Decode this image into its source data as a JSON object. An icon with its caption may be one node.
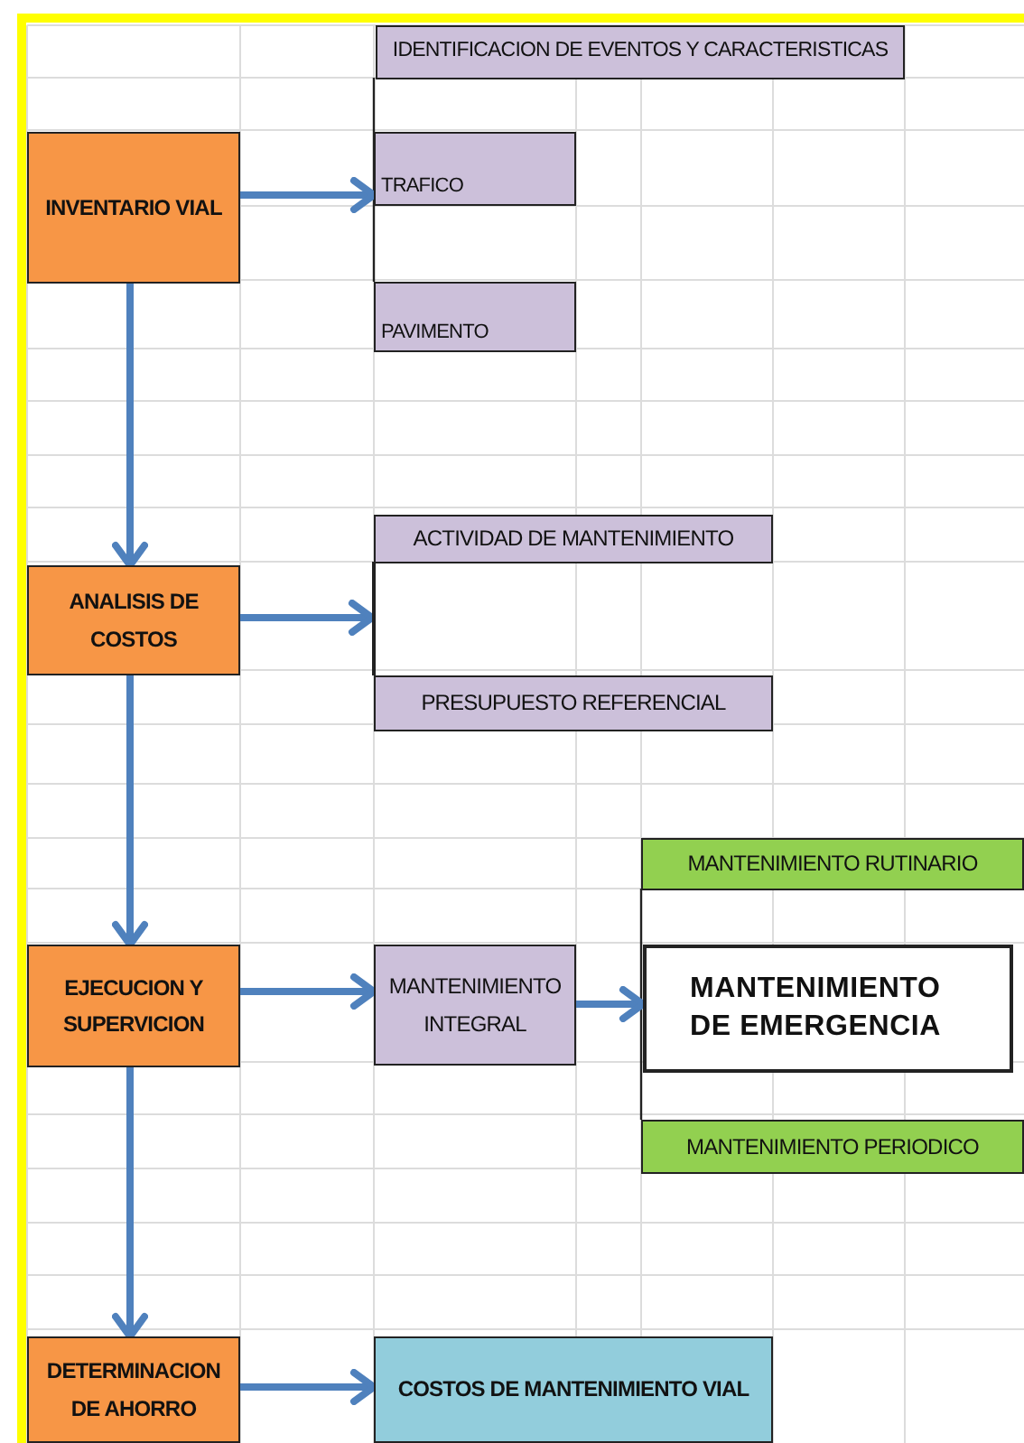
{
  "diagram": {
    "nodes": [
      {
        "text": [
          "IDENTIFICACION DE EVENTOS Y CARACTERISTICAS"
        ]
      },
      {
        "text": [
          "INVENTARIO VIAL"
        ]
      },
      {
        "text": [
          "TRAFICO"
        ]
      },
      {
        "text": [
          "PAVIMENTO"
        ]
      },
      {
        "text": [
          "ACTIVIDAD DE MANTENIMIENTO"
        ]
      },
      {
        "text": [
          "ANALISIS DE COSTOS"
        ]
      },
      {
        "text": [
          "PRESUPUESTO REFERENCIAL"
        ]
      },
      {
        "text": [
          "MANTENIMIENTO RUTINARIO"
        ]
      },
      {
        "text": [
          "EJECUCION Y SUPERVICION"
        ]
      },
      {
        "text": [
          "MANTENIMIENTO INTEGRAL"
        ]
      },
      {
        "text": [
          "MANTENIMIENTO DE EMERGENCIA"
        ]
      },
      {
        "text": [
          "MANTENIMIENTO PERIODICO"
        ]
      },
      {
        "text": [
          "DETERMINACION DE AHORRO"
        ]
      },
      {
        "text": [
          "COSTOS DE MANTENIMIENTO VIAL"
        ]
      },
      {
        "text": [],
        "shape": "bar"
      }
    ],
    "edges": [
      {
        "from": 1,
        "to": 2,
        "arrow": "to"
      },
      {
        "from": 1,
        "to": 5,
        "arrow": "to"
      },
      {
        "from": 5,
        "to": 14,
        "arrow": "to"
      },
      {
        "from": 5,
        "to": 8,
        "arrow": "to"
      },
      {
        "from": 8,
        "to": 9,
        "arrow": "to"
      },
      {
        "from": 9,
        "to": 10,
        "arrow": "to"
      },
      {
        "from": 8,
        "to": 12,
        "arrow": "to"
      },
      {
        "from": 12,
        "to": 13,
        "arrow": "to"
      }
    ]
  }
}
